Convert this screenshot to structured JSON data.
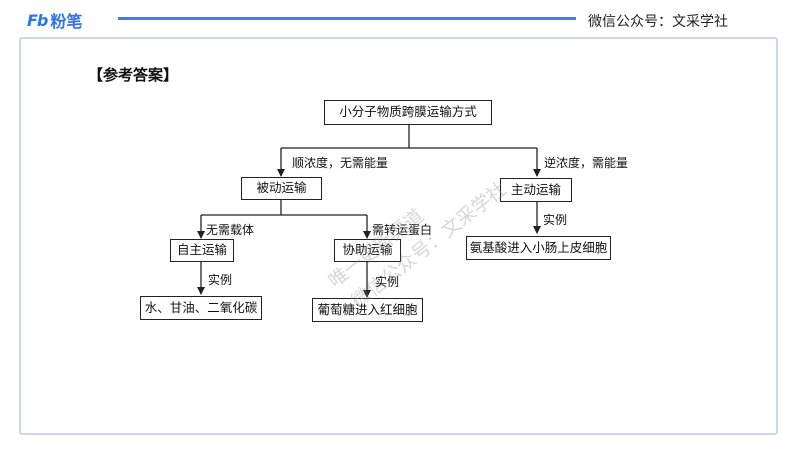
{
  "header": {
    "logo_mark": "Fb",
    "logo_text": "粉笔",
    "wechat": "微信公众号：文采学社",
    "accent": "#3d7ff0"
  },
  "section_title": "【参考答案】",
  "diagram": {
    "root": "小分子物质跨膜运输方式",
    "passive": {
      "edge_label": "顺浓度，无需能量",
      "label": "被动运输",
      "simple": {
        "edge_label": "无需载体",
        "label": "自主运输",
        "example_label": "实例",
        "example": "水、甘油、二氧化碳"
      },
      "facilitated": {
        "edge_label": "需转运蛋白",
        "label": "协助运输",
        "example_label": "实例",
        "example": "葡萄糖进入红细胞"
      }
    },
    "active": {
      "edge_label": "逆浓度，需能量",
      "label": "主动运输",
      "example_label": "实例",
      "example": "氨基酸进入小肠上皮细胞"
    }
  },
  "watermark": {
    "line1": "唯一更新渠道",
    "line2": "微信公众号：文采学社"
  }
}
